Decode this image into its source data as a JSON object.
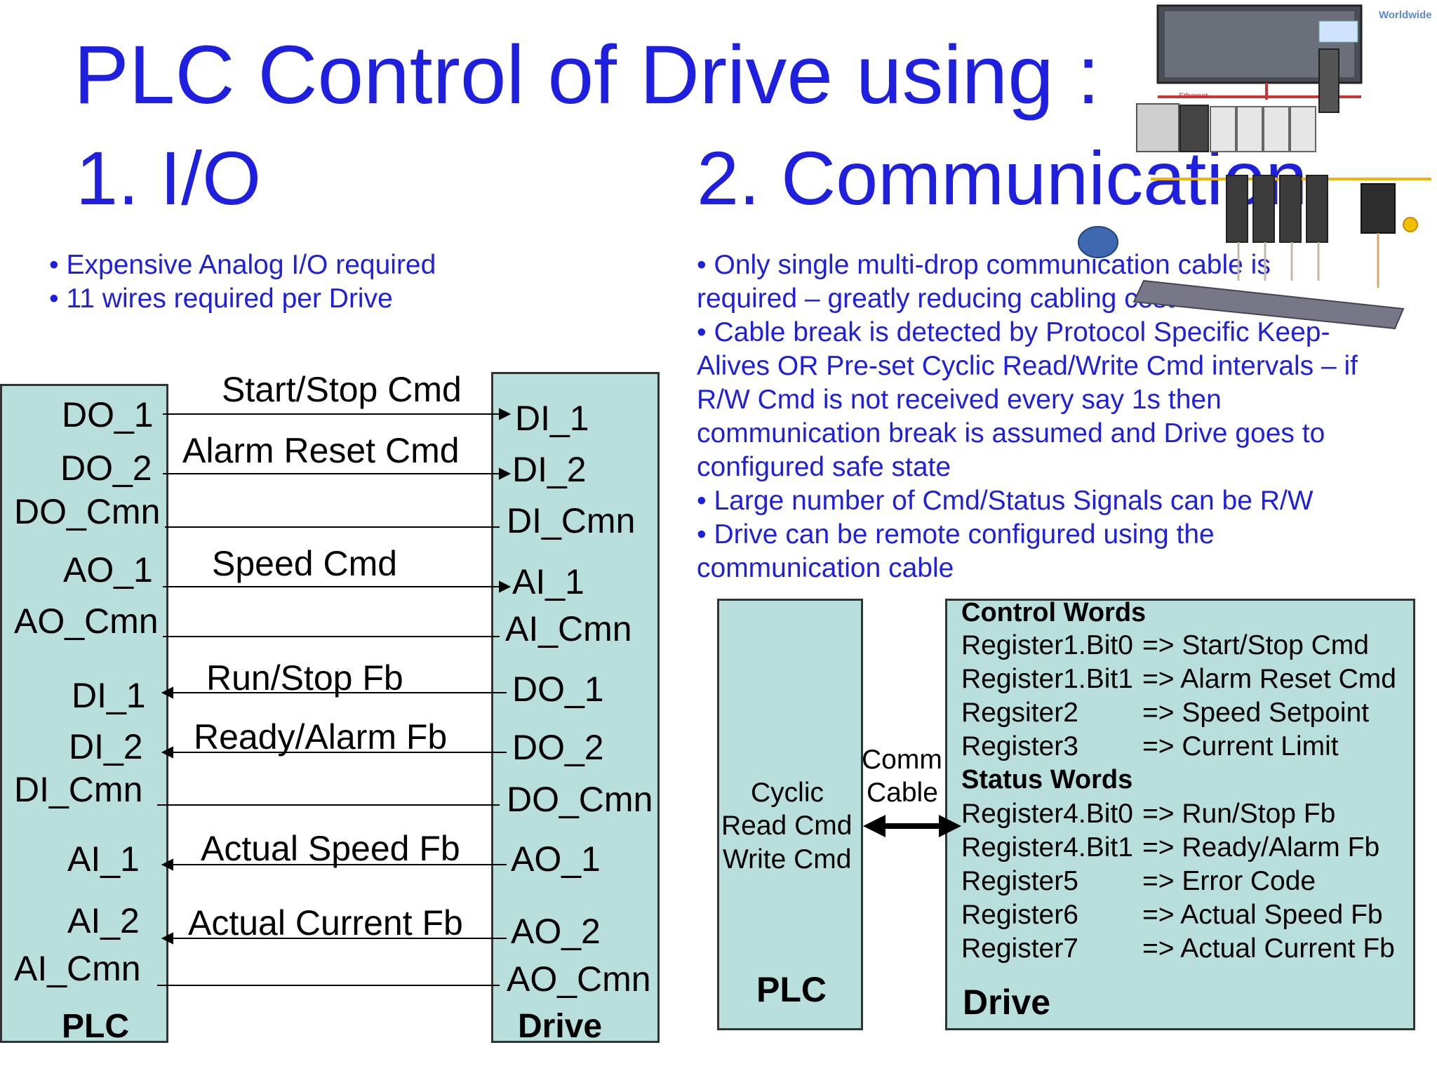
{
  "title": "PLC Control of Drive using :",
  "section_io": "1. I/O",
  "section_comm": "2. Communication",
  "io_bullets": [
    "• Expensive Analog I/O required",
    "• 11 wires required per Drive"
  ],
  "comm_bullets": [
    "• Only single multi-drop communication cable is",
    "required – greatly reducing cabling cost",
    "• Cable break is detected by Protocol Specific Keep-",
    "Alives OR Pre-set Cyclic Read/Write Cmd intervals – if",
    "R/W Cmd is not received every say 1s then",
    "communication break is assumed and Drive goes to",
    "configured safe state",
    "• Large number of Cmd/Status Signals can be R/W",
    "• Drive can be remote configured using the",
    "communication cable"
  ],
  "io_diagram": {
    "plc_label": "PLC",
    "drive_label": "Drive",
    "plc_terminals": [
      "DO_1",
      "DO_2",
      "DO_Cmn",
      "AO_1",
      "AO_Cmn",
      "DI_1",
      "DI_2",
      "DI_Cmn",
      "AI_1",
      "AI_2",
      "AI_Cmn"
    ],
    "drive_terminals": [
      "DI_1",
      "DI_2",
      "DI_Cmn",
      "AI_1",
      "AI_Cmn",
      "DO_1",
      "DO_2",
      "DO_Cmn",
      "AO_1",
      "AO_2",
      "AO_Cmn"
    ],
    "signals": [
      "Start/Stop Cmd",
      "Alarm Reset Cmd",
      "Speed Cmd",
      "Run/Stop Fb",
      "Ready/Alarm Fb",
      "Actual Speed Fb",
      "Actual Current Fb"
    ]
  },
  "comm_diagram": {
    "plc_lines": [
      "Cyclic",
      "Read Cmd",
      "Write Cmd"
    ],
    "plc_label": "PLC",
    "cable_lines": [
      "Comm",
      "Cable"
    ],
    "drive_label": "Drive",
    "control_header": "Control Words",
    "control_regs": [
      {
        "reg": "Register1.Bit0",
        "func": "=> Start/Stop Cmd"
      },
      {
        "reg": "Register1.Bit1",
        "func": "=> Alarm Reset Cmd"
      },
      {
        "reg": "Regsiter2",
        "func": "=> Speed Setpoint"
      },
      {
        "reg": "Register3",
        "func": "=> Current Limit"
      }
    ],
    "status_header": "Status Words",
    "status_regs": [
      {
        "reg": "Register4.Bit0",
        "func": "=> Run/Stop Fb"
      },
      {
        "reg": "Register4.Bit1",
        "func": "=> Ready/Alarm Fb"
      },
      {
        "reg": "Register5",
        "func": "=> Error Code"
      },
      {
        "reg": "Register6",
        "func": "=> Actual Speed Fb"
      },
      {
        "reg": "Register7",
        "func": "=> Actual Current Fb"
      }
    ]
  },
  "network_image": {
    "worldwide": "Worldwide",
    "ethernet": "Ethernet"
  },
  "colors": {
    "title_blue": "#1f1fe0",
    "box_fill": "#b9dfdc",
    "ethernet_red": "#d22"
  }
}
